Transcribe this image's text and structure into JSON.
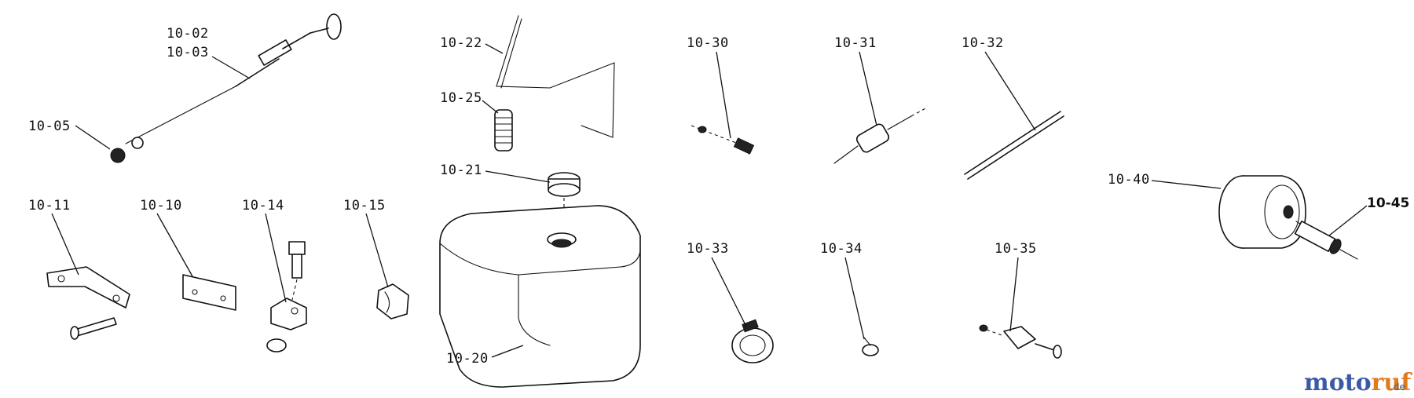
{
  "labels": {
    "l_10_02": "10-02",
    "l_10_03": "10-03",
    "l_10_05": "10-05",
    "l_10_11": "10-11",
    "l_10_10": "10-10",
    "l_10_14": "10-14",
    "l_10_15": "10-15",
    "l_10_22": "10-22",
    "l_10_25": "10-25",
    "l_10_21": "10-21",
    "l_10_20": "10-20",
    "l_10_30": "10-30",
    "l_10_31": "10-31",
    "l_10_32": "10-32",
    "l_10_33": "10-33",
    "l_10_34": "10-34",
    "l_10_35": "10-35",
    "l_10_40": "10-40",
    "l_10_45": "10-45"
  },
  "watermark": {
    "brand_a": "moto",
    "brand_b": "ruf",
    "tld": ".de",
    "color_a": "#3b5aa6",
    "color_b": "#e07a1f"
  }
}
